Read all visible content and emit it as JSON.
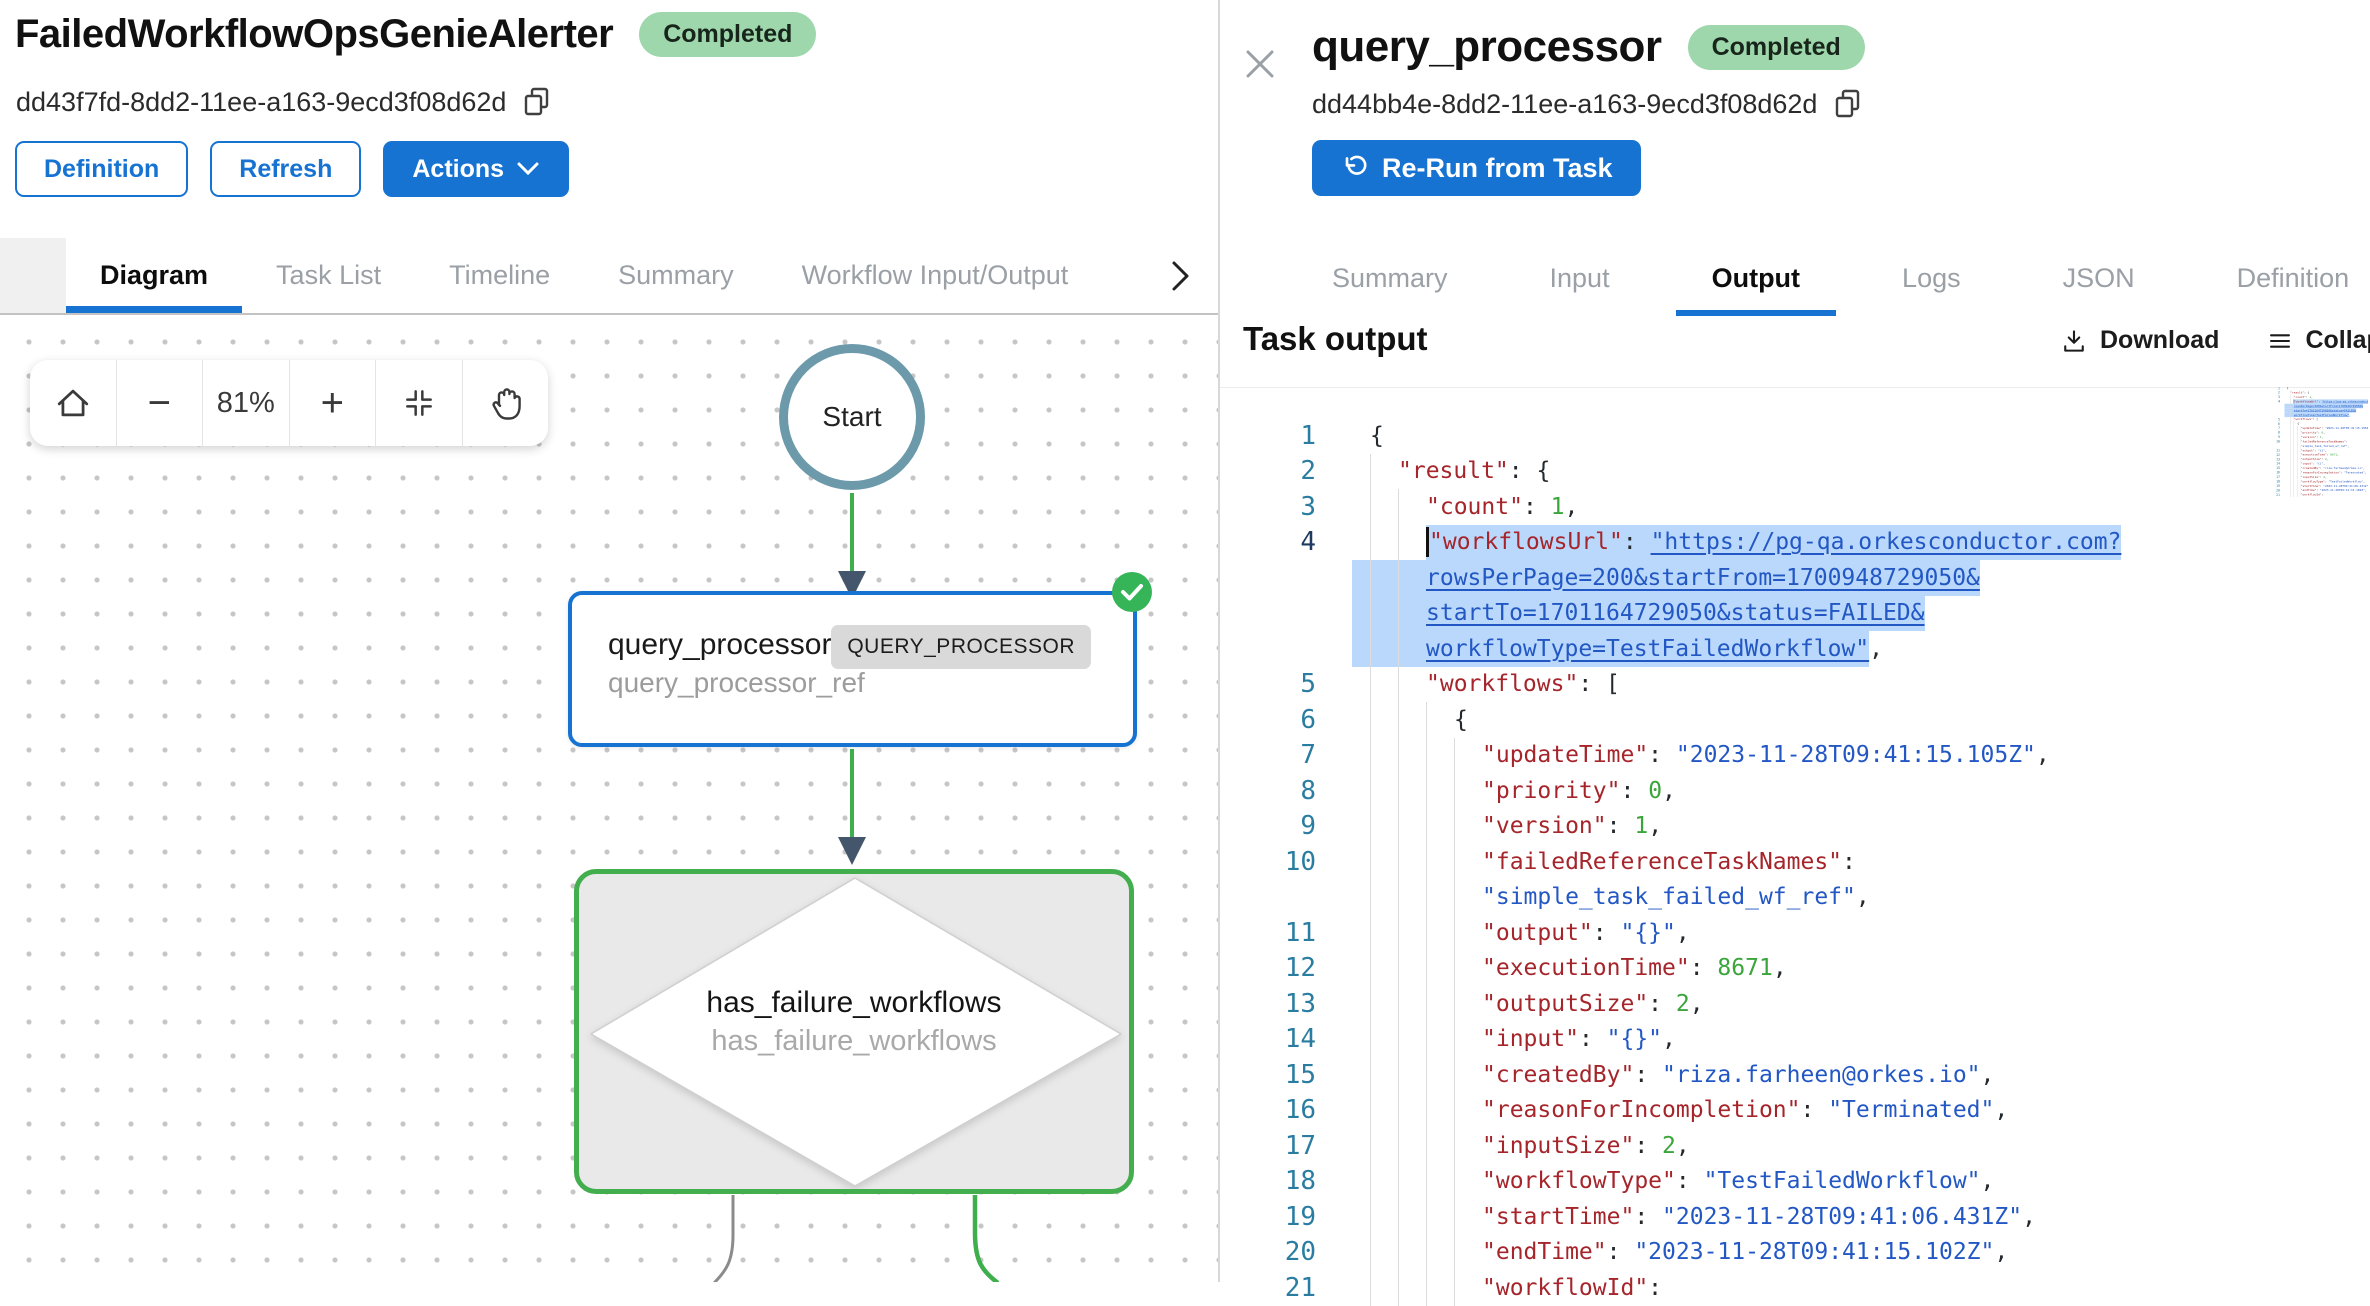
{
  "left": {
    "title": "FailedWorkflowOpsGenieAlerter",
    "status": "Completed",
    "workflow_id": "dd43f7fd-8dd2-11ee-a163-9ecd3f08d62d",
    "buttons": {
      "definition": "Definition",
      "refresh": "Refresh",
      "actions": "Actions"
    },
    "tabs": [
      {
        "label": "Diagram",
        "active": true
      },
      {
        "label": "Task List",
        "active": false
      },
      {
        "label": "Timeline",
        "active": false
      },
      {
        "label": "Summary",
        "active": false
      },
      {
        "label": "Workflow Input/Output",
        "active": false
      }
    ],
    "zoom_toolbar": {
      "zoom_level": "81%"
    },
    "diagram": {
      "start_label": "Start",
      "task_node": {
        "name": "query_processor",
        "ref": "query_processor_ref",
        "type_chip": "QUERY_PROCESSOR"
      },
      "decision_node": {
        "name": "has_failure_workflows",
        "ref": "has_failure_workflows"
      }
    }
  },
  "right": {
    "title": "query_processor",
    "status": "Completed",
    "task_id": "dd44bb4e-8dd2-11ee-a163-9ecd3f08d62d",
    "rerun_label": "Re-Run from Task",
    "tabs": [
      {
        "label": "Summary",
        "active": false
      },
      {
        "label": "Input",
        "active": false
      },
      {
        "label": "Output",
        "active": true
      },
      {
        "label": "Logs",
        "active": false
      },
      {
        "label": "JSON",
        "active": false
      },
      {
        "label": "Definition",
        "active": false
      }
    ],
    "section_title": "Task output",
    "controls": {
      "download": "Download",
      "collapse": "Collapse"
    },
    "code": {
      "rows": [
        {
          "n": "1",
          "d": 0,
          "t": [
            [
              "p",
              "{"
            ]
          ]
        },
        {
          "n": "2",
          "d": 1,
          "t": [
            [
              "k",
              "\"result\""
            ],
            [
              "p",
              ": {"
            ]
          ]
        },
        {
          "n": "3",
          "d": 2,
          "t": [
            [
              "k",
              "\"count\""
            ],
            [
              "p",
              ": "
            ],
            [
              "n",
              "1"
            ],
            [
              "p",
              ","
            ]
          ]
        },
        {
          "n": "4",
          "d": 2,
          "active": true,
          "cursor": true,
          "sel": "text",
          "t": [
            [
              "k",
              "\"workflowsUrl\""
            ],
            [
              "p",
              ": "
            ],
            [
              "l",
              "\"https://pg-qa.orkesconductor.com?"
            ]
          ]
        },
        {
          "n": null,
          "d": 2,
          "sel": "row",
          "t": [
            [
              "l",
              "rowsPerPage=200&startFrom=1700948729050&"
            ]
          ]
        },
        {
          "n": null,
          "d": 2,
          "sel": "row",
          "t": [
            [
              "l",
              "startTo=1701164729050&status=FAILED&"
            ]
          ]
        },
        {
          "n": null,
          "d": 2,
          "sel": "row",
          "t": [
            [
              "l",
              "workflowType=TestFailedWorkflow\""
            ]
          ],
          "after": [
            [
              "p",
              ","
            ]
          ]
        },
        {
          "n": "5",
          "d": 2,
          "t": [
            [
              "k",
              "\"workflows\""
            ],
            [
              "p",
              ": ["
            ]
          ]
        },
        {
          "n": "6",
          "d": 3,
          "t": [
            [
              "p",
              "{"
            ]
          ]
        },
        {
          "n": "7",
          "d": 4,
          "t": [
            [
              "k",
              "\"updateTime\""
            ],
            [
              "p",
              ": "
            ],
            [
              "s",
              "\"2023-11-28T09:41:15.105Z\""
            ],
            [
              "p",
              ","
            ]
          ]
        },
        {
          "n": "8",
          "d": 4,
          "t": [
            [
              "k",
              "\"priority\""
            ],
            [
              "p",
              ": "
            ],
            [
              "n",
              "0"
            ],
            [
              "p",
              ","
            ]
          ]
        },
        {
          "n": "9",
          "d": 4,
          "t": [
            [
              "k",
              "\"version\""
            ],
            [
              "p",
              ": "
            ],
            [
              "n",
              "1"
            ],
            [
              "p",
              ","
            ]
          ]
        },
        {
          "n": "10",
          "d": 4,
          "t": [
            [
              "k",
              "\"failedReferenceTaskNames\""
            ],
            [
              "p",
              ":"
            ]
          ]
        },
        {
          "n": null,
          "d": 4,
          "t": [
            [
              "s",
              "\"simple_task_failed_wf_ref\""
            ],
            [
              "p",
              ","
            ]
          ]
        },
        {
          "n": "11",
          "d": 4,
          "t": [
            [
              "k",
              "\"output\""
            ],
            [
              "p",
              ": "
            ],
            [
              "s",
              "\"{}\""
            ],
            [
              "p",
              ","
            ]
          ]
        },
        {
          "n": "12",
          "d": 4,
          "t": [
            [
              "k",
              "\"executionTime\""
            ],
            [
              "p",
              ": "
            ],
            [
              "n",
              "8671"
            ],
            [
              "p",
              ","
            ]
          ]
        },
        {
          "n": "13",
          "d": 4,
          "t": [
            [
              "k",
              "\"outputSize\""
            ],
            [
              "p",
              ": "
            ],
            [
              "n",
              "2"
            ],
            [
              "p",
              ","
            ]
          ]
        },
        {
          "n": "14",
          "d": 4,
          "t": [
            [
              "k",
              "\"input\""
            ],
            [
              "p",
              ": "
            ],
            [
              "s",
              "\"{}\""
            ],
            [
              "p",
              ","
            ]
          ]
        },
        {
          "n": "15",
          "d": 4,
          "t": [
            [
              "k",
              "\"createdBy\""
            ],
            [
              "p",
              ": "
            ],
            [
              "s",
              "\"riza.farheen@orkes.io\""
            ],
            [
              "p",
              ","
            ]
          ]
        },
        {
          "n": "16",
          "d": 4,
          "t": [
            [
              "k",
              "\"reasonForIncompletion\""
            ],
            [
              "p",
              ": "
            ],
            [
              "s",
              "\"Terminated\""
            ],
            [
              "p",
              ","
            ]
          ]
        },
        {
          "n": "17",
          "d": 4,
          "t": [
            [
              "k",
              "\"inputSize\""
            ],
            [
              "p",
              ": "
            ],
            [
              "n",
              "2"
            ],
            [
              "p",
              ","
            ]
          ]
        },
        {
          "n": "18",
          "d": 4,
          "t": [
            [
              "k",
              "\"workflowType\""
            ],
            [
              "p",
              ": "
            ],
            [
              "s",
              "\"TestFailedWorkflow\""
            ],
            [
              "p",
              ","
            ]
          ]
        },
        {
          "n": "19",
          "d": 4,
          "t": [
            [
              "k",
              "\"startTime\""
            ],
            [
              "p",
              ": "
            ],
            [
              "s",
              "\"2023-11-28T09:41:06.431Z\""
            ],
            [
              "p",
              ","
            ]
          ]
        },
        {
          "n": "20",
          "d": 4,
          "t": [
            [
              "k",
              "\"endTime\""
            ],
            [
              "p",
              ": "
            ],
            [
              "s",
              "\"2023-11-28T09:41:15.102Z\""
            ],
            [
              "p",
              ","
            ]
          ]
        },
        {
          "n": "21",
          "d": 4,
          "t": [
            [
              "k",
              "\"workflowId\""
            ],
            [
              "p",
              ":"
            ]
          ]
        }
      ]
    }
  },
  "icons": {
    "copy-icon": "overlapping squares",
    "close-icon": "x",
    "rerun-icon": "counter-clockwise arrow",
    "download-icon": "arrow into tray",
    "collapse-icon": "three lines",
    "chevron-down-icon": "v",
    "more-tabs-icon": ">",
    "home-icon": "house",
    "zoom-out-icon": "minus",
    "zoom-in-icon": "plus",
    "fit-view-icon": "inward corners",
    "pan-icon": "hand",
    "check-icon": "checkmark in green circle"
  },
  "colors": {
    "accent_blue": "#1673d2",
    "status_badge_bg": "#9fd7ac",
    "success_green": "#35b558",
    "edge_green": "#3fae4c",
    "arrowhead": "#44566c",
    "selection_bg": "#b9d8fb",
    "json_key": "#a5252b",
    "json_string": "#2257c4",
    "json_number": "#3aa53a",
    "line_number": "#2a7da1"
  }
}
